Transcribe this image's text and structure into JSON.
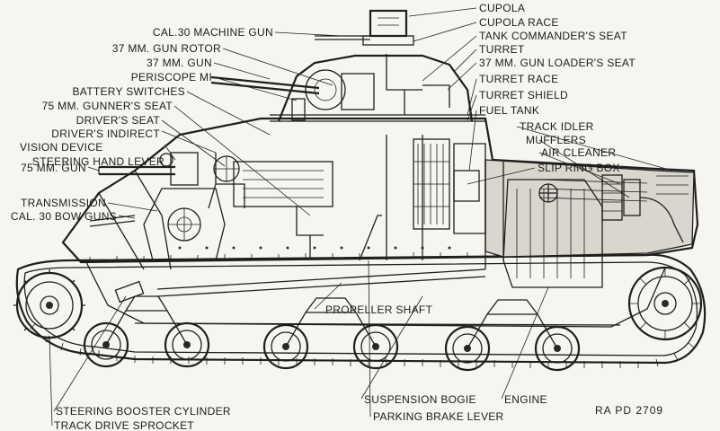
{
  "labels": {
    "cupola": "CUPOLA",
    "cupola_race": "CUPOLA RACE",
    "tank_commanders_seat": "TANK COMMANDER'S SEAT",
    "turret": "TURRET",
    "gun_loaders_seat": "37 MM. GUN LOADER'S SEAT",
    "turret_race": "TURRET RACE",
    "turret_shield": "TURRET SHIELD",
    "fuel_tank": "FUEL TANK",
    "track_idler": "TRACK IDLER",
    "mufflers": "MUFFLERS",
    "air_cleaner": "AIR CLEANER",
    "slip_ring_box": "SLIP RING BOX",
    "cal30_machine_gun": "CAL.30 MACHINE GUN",
    "gun_rotor_37mm": "37 MM. GUN ROTOR",
    "gun_37mm": "37 MM. GUN",
    "periscope": "PERISCOPE MI",
    "battery_switches": "BATTERY SWITCHES",
    "gunner_seat_75mm": "75 MM. GUNNER'S SEAT",
    "drivers_seat": "DRIVER'S SEAT",
    "drivers_indirect": "DRIVER'S INDIRECT",
    "vision_device": "VISION DEVICE",
    "steering_hand_lever": "STEERING HAND LEVER",
    "gun_75mm": "75 MM. GUN",
    "transmission": "TRANSMISSION",
    "bow_guns": "CAL. 30 BOW GUNS",
    "propeller_shaft": "PROPELLER SHAFT",
    "suspension_bogie": "SUSPENSION BOGIE",
    "engine": "ENGINE",
    "steering_booster_cylinder": "STEERING BOOSTER CYLINDER",
    "parking_brake_lever": "PARKING BRAKE LEVER",
    "track_drive_sprocket": "TRACK DRIVE SPROCKET",
    "figure_code": "RA PD 2709"
  },
  "colors": {
    "paper": "#f7f5ef",
    "ink": "#1e1e1e",
    "shade": "#d9d6cd"
  }
}
